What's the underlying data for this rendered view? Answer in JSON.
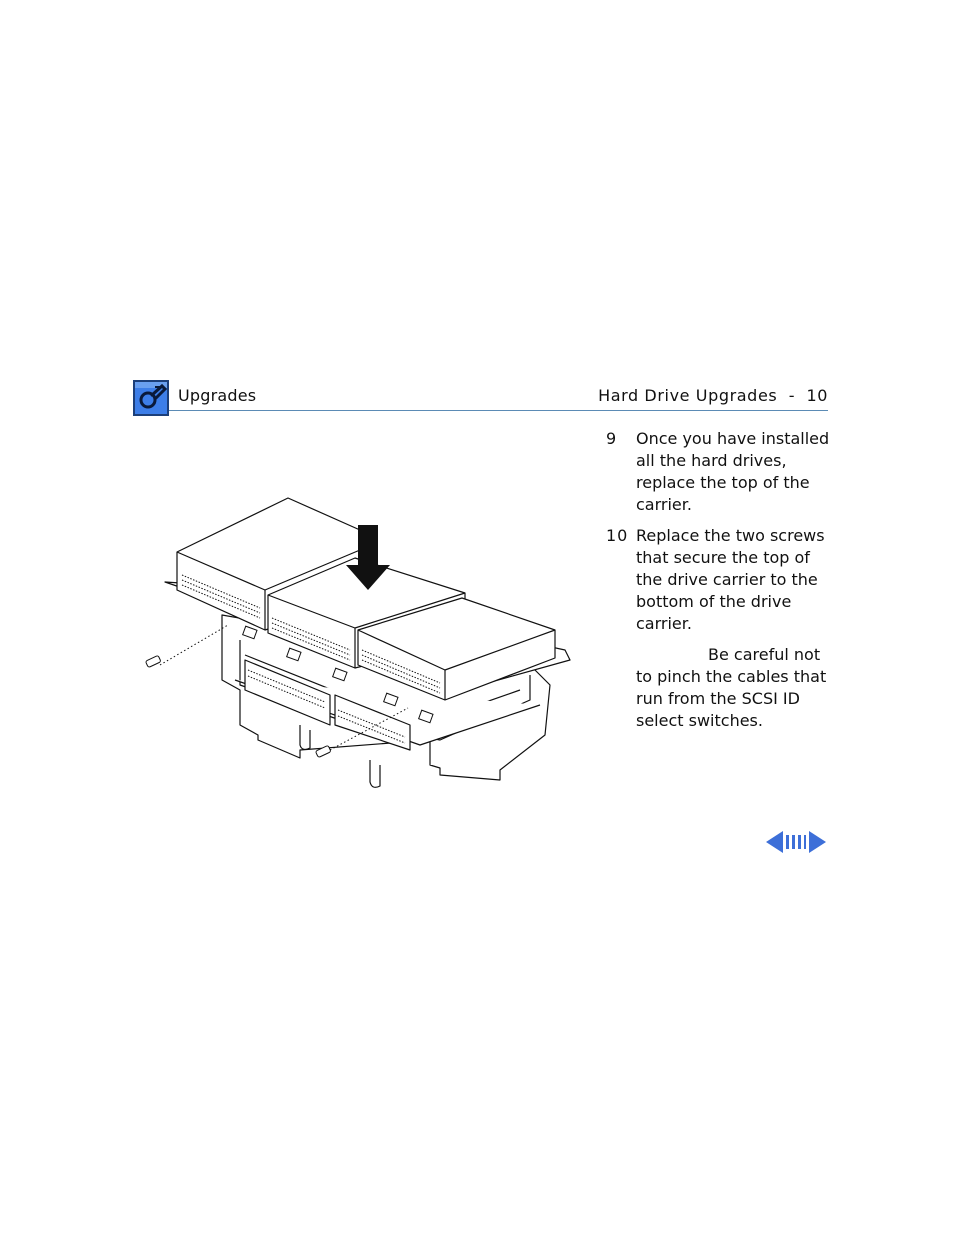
{
  "header": {
    "section_title": "Upgrades",
    "page_title": "Hard Drive Upgrades  -  10",
    "logo_icon": "apple-service-wrench-icon"
  },
  "steps": [
    {
      "number": "9",
      "text": "Once you have installed all the hard drives, replace the top of the carrier."
    },
    {
      "number": "10",
      "text": "Replace the two screws that secure the top of the drive carrier to the bottom of the drive carrier."
    }
  ],
  "caution": {
    "text": "Be careful not to pinch the cables that run from the SCSI ID select switches."
  },
  "navigation": {
    "prev_icon": "left-arrow-icon",
    "browse_icon": "page-browse-icon",
    "next_icon": "right-arrow-icon"
  },
  "colors": {
    "accent": "#3d6fd8",
    "rule": "#5b8bb5"
  }
}
